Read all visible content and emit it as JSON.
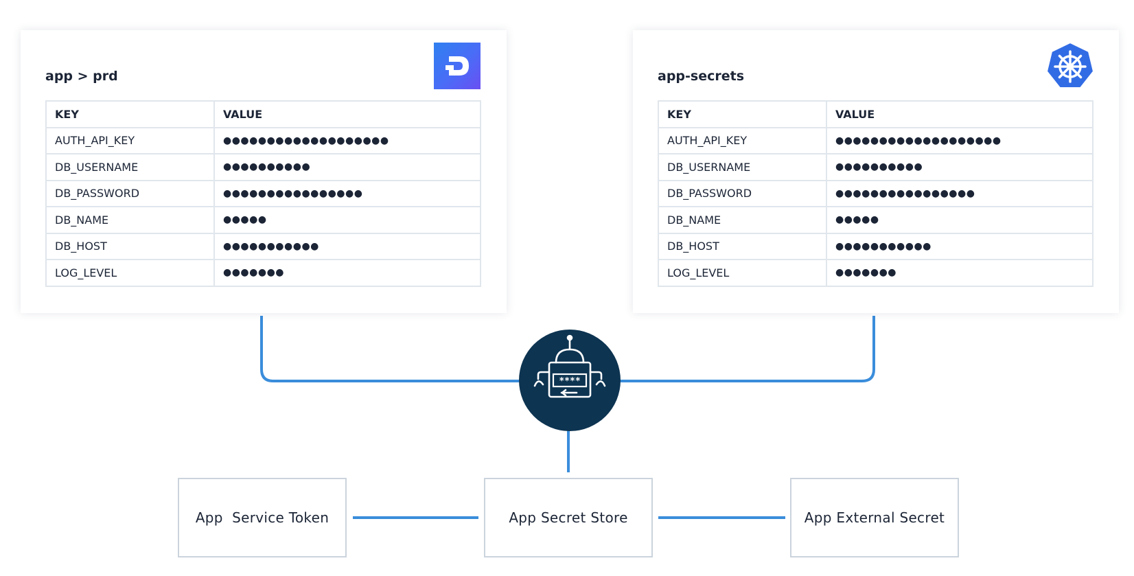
{
  "left_panel": {
    "title": "app > prd",
    "logo": "doppler-logo",
    "headers": {
      "key": "KEY",
      "value": "VALUE"
    },
    "rows": [
      {
        "key": "AUTH_API_KEY",
        "value": "●●●●●●●●●●●●●●●●●●●"
      },
      {
        "key": "DB_USERNAME",
        "value": " ●●●●●●●●●●"
      },
      {
        "key": "DB_PASSWORD",
        "value": "●●●●●●●●●●●●●●●●"
      },
      {
        "key": "DB_NAME",
        "value": "●●●●●"
      },
      {
        "key": "DB_HOST",
        "value": "●●●●●●●●●●●"
      },
      {
        "key": "LOG_LEVEL",
        "value": "●●●●●●●"
      }
    ]
  },
  "right_panel": {
    "title": "app-secrets",
    "logo": "kubernetes-logo",
    "headers": {
      "key": "KEY",
      "value": "VALUE"
    },
    "rows": [
      {
        "key": "AUTH_API_KEY",
        "value": "●●●●●●●●●●●●●●●●●●●"
      },
      {
        "key": "DB_USERNAME",
        "value": " ●●●●●●●●●●"
      },
      {
        "key": "DB_PASSWORD",
        "value": "●●●●●●●●●●●●●●●●"
      },
      {
        "key": "DB_NAME",
        "value": "●●●●●"
      },
      {
        "key": "DB_HOST",
        "value": "●●●●●●●●●●●"
      },
      {
        "key": "LOG_LEVEL",
        "value": "●●●●●●●"
      }
    ]
  },
  "operator": {
    "icon": "robot-icon",
    "screen_text": "****"
  },
  "nodes": {
    "token": "App  Service Token",
    "store": "App Secret Store",
    "external": "App External Secret"
  },
  "colors": {
    "connector": "#3a8ddb",
    "operator_bg": "#0d3451",
    "border": "#cbd4dd"
  }
}
